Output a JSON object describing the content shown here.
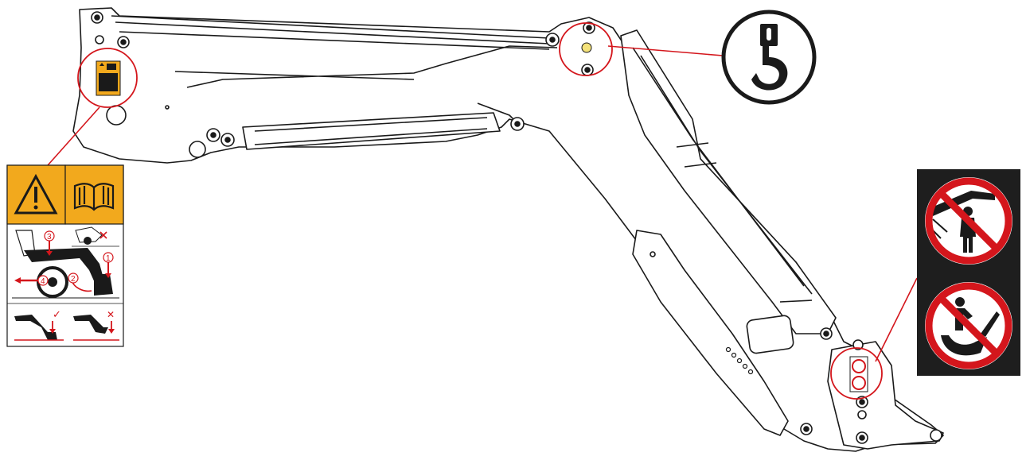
{
  "colors": {
    "callout_red": "#d4161c",
    "warning_orange": "#f2a91d",
    "ink": "#1a1a1a",
    "decal_dark": "#1e1e1e",
    "prohibition_red": "#d4161c"
  },
  "callouts": [
    {
      "id": "safety-decal",
      "icon": "warning-and-manual-decal-icon",
      "steps": [
        "1",
        "2",
        "3",
        "4"
      ]
    },
    {
      "id": "lift-point",
      "icon": "lifting-hook-icon"
    },
    {
      "id": "prohibition-decal",
      "icons": [
        "no-standing-under-boom-icon",
        "no-riding-in-bucket-icon"
      ]
    }
  ],
  "decal_step_labels": {
    "s1": "1",
    "s2": "2",
    "s3": "3",
    "s4": "4"
  },
  "decal_marks": {
    "check": "✓",
    "cross": "✕"
  }
}
